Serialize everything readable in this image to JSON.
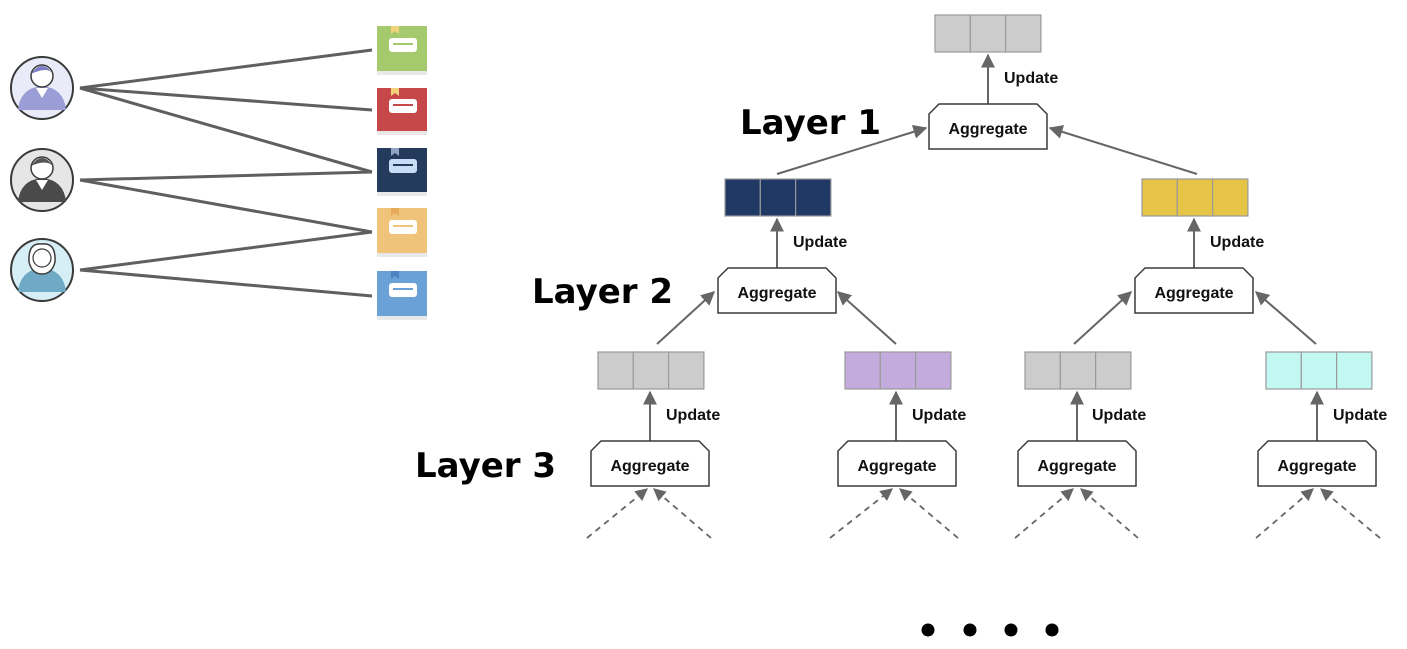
{
  "layers": [
    {
      "id": "layer-1",
      "label": "Layer 1"
    },
    {
      "id": "layer-2",
      "label": "Layer 2"
    },
    {
      "id": "layer-3",
      "label": "Layer 3"
    }
  ],
  "aggregate_label": "Aggregate",
  "update_label": "Update",
  "colors": {
    "grey": "#cccccc",
    "navy": "#1f3864",
    "yellow": "#e6c445",
    "purple": "#c3acdd",
    "cyan": "#c2f7f2",
    "edge": "#5f5f5f",
    "arrow": "#666666"
  },
  "vectors": [
    {
      "id": "root",
      "color": "grey"
    },
    {
      "id": "l2-left",
      "color": "navy"
    },
    {
      "id": "l2-right",
      "color": "yellow"
    },
    {
      "id": "l3-1",
      "color": "grey"
    },
    {
      "id": "l3-2",
      "color": "purple"
    },
    {
      "id": "l3-3",
      "color": "grey"
    },
    {
      "id": "l3-4",
      "color": "cyan"
    }
  ],
  "users": [
    {
      "id": "user-1",
      "icon": "user-avatar-icon-purple-suit"
    },
    {
      "id": "user-2",
      "icon": "user-avatar-icon-grey-suit"
    },
    {
      "id": "user-3",
      "icon": "user-avatar-icon-woman"
    }
  ],
  "books": [
    {
      "id": "book-1",
      "color": "#a5c96d",
      "icon": "green-book-icon"
    },
    {
      "id": "book-2",
      "color": "#c74848",
      "icon": "red-book-icon"
    },
    {
      "id": "book-3",
      "color": "#243b5e",
      "icon": "navy-book-icon"
    },
    {
      "id": "book-4",
      "color": "#f0c37a",
      "icon": "orange-book-icon"
    },
    {
      "id": "book-5",
      "color": "#6aa2d8",
      "icon": "blue-book-icon"
    }
  ],
  "interactions": [
    [
      "user-1",
      "book-1"
    ],
    [
      "user-1",
      "book-2"
    ],
    [
      "user-1",
      "book-3"
    ],
    [
      "user-2",
      "book-3"
    ],
    [
      "user-2",
      "book-4"
    ],
    [
      "user-3",
      "book-4"
    ],
    [
      "user-3",
      "book-5"
    ]
  ]
}
